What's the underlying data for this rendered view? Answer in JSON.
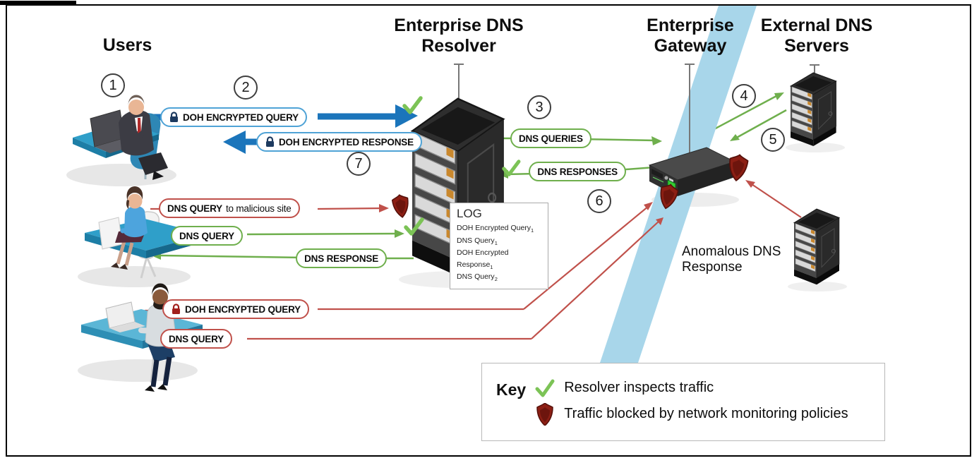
{
  "figure": {
    "headers": {
      "users": "Users",
      "resolver": "Enterprise DNS Resolver",
      "gateway": "Enterprise Gateway",
      "external": "External DNS Servers"
    },
    "steps": [
      "1",
      "2",
      "3",
      "4",
      "5",
      "6",
      "7"
    ],
    "flows": {
      "doh_query": {
        "label": "DOH ENCRYPTED QUERY",
        "encrypted": true,
        "status": "inspected"
      },
      "doh_response": {
        "label": "DOH ENCRYPTED RESPONSE",
        "encrypted": true,
        "status": "inspected"
      },
      "dns_queries": {
        "label": "DNS QUERIES",
        "encrypted": false,
        "status": "allowed"
      },
      "dns_responses": {
        "label": "DNS RESPONSES",
        "encrypted": false,
        "status": "inspected"
      },
      "malicious_query": {
        "label": "DNS QUERY",
        "suffix": " to malicious site",
        "encrypted": false,
        "status": "blocked"
      },
      "dns_query_ok": {
        "label": "DNS QUERY",
        "encrypted": false,
        "status": "inspected"
      },
      "dns_response_ok": {
        "label": "DNS RESPONSE",
        "encrypted": false,
        "status": "allowed"
      },
      "doh_query_blocked": {
        "label": "DOH ENCRYPTED QUERY",
        "encrypted": true,
        "status": "blocked"
      },
      "dns_query_blocked": {
        "label": "DNS QUERY",
        "encrypted": false,
        "status": "blocked"
      }
    },
    "log": {
      "title": "LOG",
      "entries": [
        {
          "text": "DOH Encrypted Query",
          "sub": "1"
        },
        {
          "text": "DNS Query",
          "sub": "1"
        },
        {
          "text": "DOH Encrypted Response",
          "sub": "1"
        },
        {
          "text": "DNS Query",
          "sub": "2"
        }
      ]
    },
    "annotations": {
      "anomalous": "Anomalous DNS Response"
    },
    "key": {
      "title": "Key",
      "items": [
        {
          "icon": "check-icon",
          "label": "Resolver inspects traffic"
        },
        {
          "icon": "shield-icon",
          "label": "Traffic blocked by network monitoring policies"
        }
      ]
    },
    "icons": {
      "lock-icon": "padlock (encrypted traffic)",
      "check-icon": "green checkmark (resolver inspects traffic)",
      "shield-icon": "dark red shield (traffic blocked)",
      "server-rack-icon": "DNS server rack",
      "gateway-device-icon": "enterprise gateway appliance",
      "network-boundary-band": "enterprise network boundary"
    },
    "colors": {
      "arrow_blue": "#1b75bb",
      "pill_blue_border": "#4fa3d6",
      "green": "#6faf4d",
      "check_green": "#7cc356",
      "red": "#c0514b",
      "shield_red": "#8c1f14",
      "band_blue": "#a8d6ea",
      "lock_navy": "#1d3a5f",
      "lock_red": "#a11f1c",
      "device_dark": "#3a3a3a"
    }
  }
}
